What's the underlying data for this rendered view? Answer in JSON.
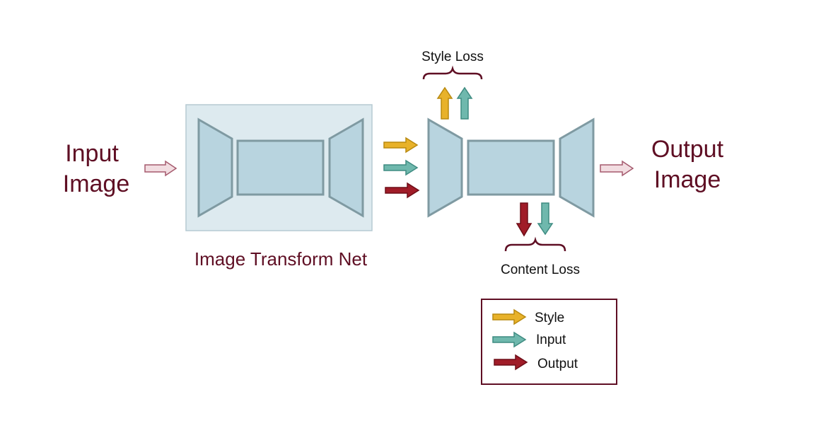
{
  "labels": {
    "input_line1": "Input",
    "input_line2": "Image",
    "output_line1": "Output",
    "output_line2": "Image",
    "transform_net": "Image Transform Net",
    "style_loss": "Style Loss",
    "content_loss": "Content Loss"
  },
  "legend": {
    "items": [
      {
        "key": "style",
        "label": "Style",
        "color": "#e8b22a",
        "border": "#b98a10"
      },
      {
        "key": "input",
        "label": "Input",
        "color": "#6fb8ad",
        "border": "#3f8c82"
      },
      {
        "key": "output",
        "label": "Output",
        "color": "#a01c28",
        "border": "#6e0e18"
      }
    ],
    "border_color": "#5f0f24"
  },
  "colors": {
    "text_maroon": "#5f0f24",
    "block_fill": "#b8d4df",
    "block_stroke": "#7f9aa2",
    "transform_bg": "#ddeaef",
    "transform_border": "#b6cad2",
    "flow_arrow_fill": "#f2dde1",
    "flow_arrow_stroke": "#a55a6e"
  }
}
